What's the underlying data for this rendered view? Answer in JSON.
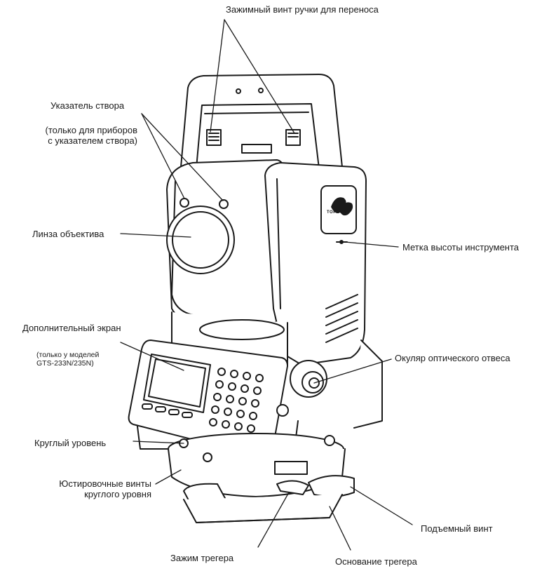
{
  "labels": {
    "handle_clamp": "Зажимный винт ручки для переноса",
    "sighting_collimator": "Указатель створа",
    "collimator_note": "(только для приборов\nс указателем створа)",
    "objective_lens": "Линза объектива",
    "additional_display": "Дополнительный экран",
    "display_note": "(только у моделей\nGTS-233N/235N)",
    "circular_level": "Круглый уровень",
    "level_adjust_screws": "Юстировочные винты\nкруглого уровня",
    "instrument_height_mark": "Метка высоты инструмента",
    "optical_plummet": "Окуляр оптического отвеса",
    "leveling_screw": "Подъемный винт",
    "tribrach_clamp": "Зажим трегера",
    "tribrach_base": "Основание трегера"
  },
  "logo": {
    "brand": "TOPCON"
  },
  "colors": {
    "ink": "#1a1a1a",
    "fill": "#ffffff",
    "shade": "#d9d9d9"
  }
}
